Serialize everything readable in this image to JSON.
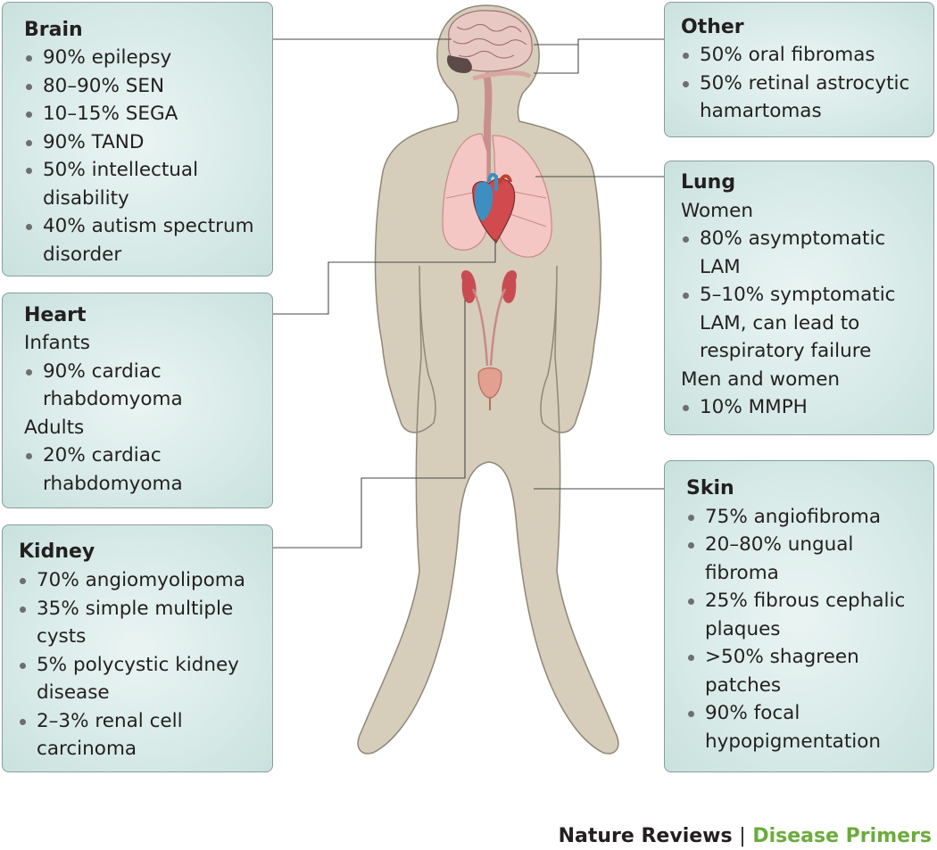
{
  "colors": {
    "panel_fill": "#d9ebe9",
    "panel_border": "#8a9c9c",
    "body_fill": "#d6cdbb",
    "organ_red": "#c94b52",
    "lung_pink": "#f4c7c4",
    "footer_accent": "#6cab3c"
  },
  "panels": {
    "brain": {
      "title": "Brain",
      "items": [
        "90% epilepsy",
        "80–90% SEN",
        "10–15% SEGA",
        "90% TAND",
        "50% intellectual",
        "disability",
        "40% autism spectrum",
        "disorder"
      ]
    },
    "heart": {
      "title": "Heart",
      "items": [
        "Infants",
        "90% cardiac",
        "rhabdomyoma",
        "Adults",
        "20% cardiac",
        "rhabdomyoma"
      ]
    },
    "kidney": {
      "title": "Kidney",
      "items": [
        "70% angiomyolipoma",
        "35% simple multiple",
        "cysts",
        "5% polycystic kidney",
        "disease",
        "2–3% renal cell",
        "carcinoma"
      ]
    },
    "other": {
      "title": "Other",
      "items": [
        "50% oral fibromas",
        "50% retinal astrocytic",
        "hamartomas"
      ]
    },
    "lung": {
      "title": "Lung",
      "items": [
        "Women",
        "80% asymptomatic",
        "LAM",
        "5–10% symptomatic",
        "LAM, can lead to",
        "respiratory failure",
        "Men and women",
        "10% MMPH"
      ]
    },
    "skin": {
      "title": "Skin",
      "items": [
        "75% angiofibroma",
        "20–80% ungual",
        "fibroma",
        "25% fibrous cephalic",
        "plaques",
        ">50% shagreen",
        "patches",
        "90% focal",
        "hypopigmentation"
      ]
    }
  },
  "footer": {
    "journal": "Nature Reviews",
    "separator": "|",
    "series": "Disease Primers"
  }
}
